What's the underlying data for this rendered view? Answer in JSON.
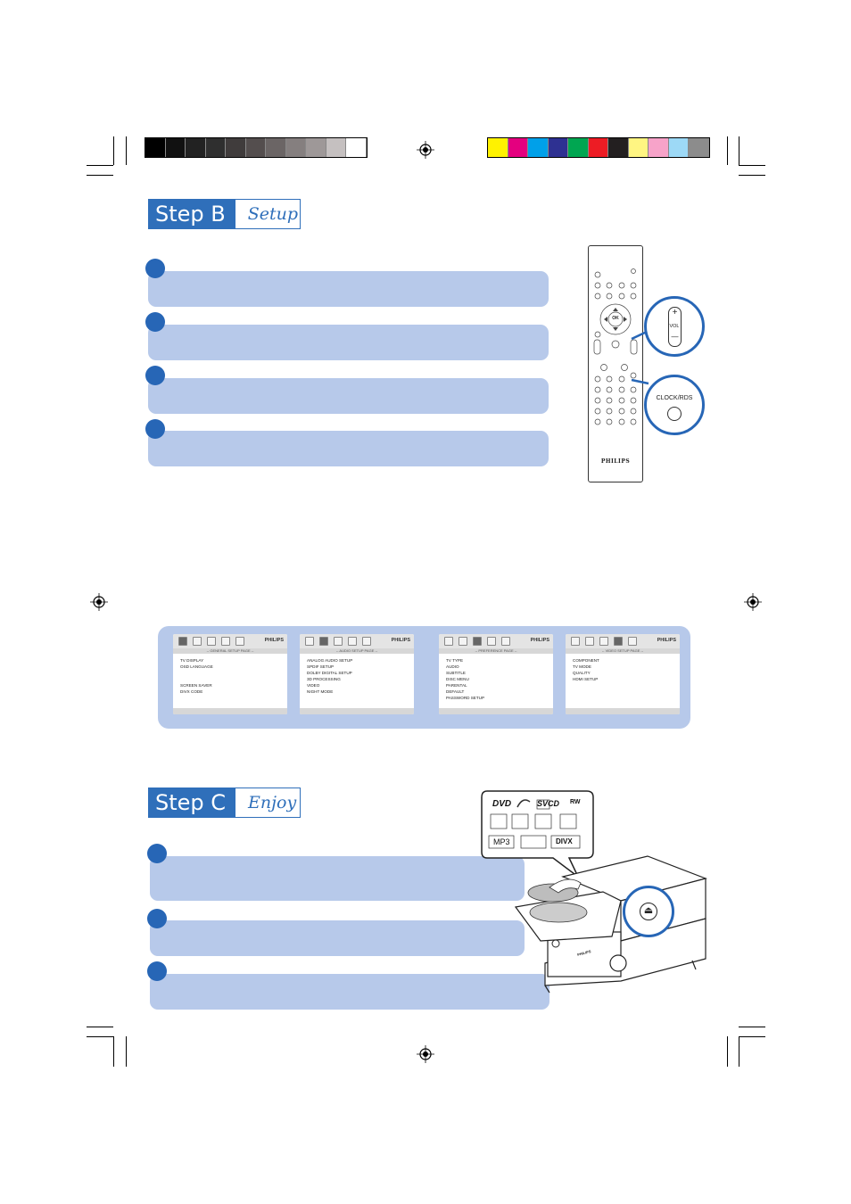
{
  "step_b": {
    "label": "Step B",
    "sub": "Setup"
  },
  "step_c": {
    "label": "Step C",
    "sub": "Enjoy"
  },
  "color_bars": {
    "gray": [
      "#000000",
      "#111111",
      "#222222",
      "#2f2f2f",
      "#403c3c",
      "#544e4e",
      "#6b6565",
      "#857f7f",
      "#9e9898",
      "#c5c0c0",
      "#ffffff"
    ],
    "color": [
      "#fff200",
      "#e4007f",
      "#00a0e9",
      "#2e3192",
      "#00a651",
      "#ed1c24",
      "#231f20",
      "#fff582",
      "#f7a3c9",
      "#9dd9f6",
      "#8c8c8c"
    ]
  },
  "remote": {
    "brand": "PHILIPS",
    "ok_label": "OK",
    "vol_label": "VOL",
    "vol_plus": "+",
    "vol_minus": "—",
    "clock_label": "CLOCK/RDS"
  },
  "setup_screens": [
    {
      "brand": "PHILIPS",
      "title": "-- GENERAL SETUP PAGE --",
      "items": [
        "TV DISPLAY",
        "OSD LANGUAGE",
        "",
        "",
        "SCREEN SAVER",
        "DIVX CODE"
      ]
    },
    {
      "brand": "PHILIPS",
      "title": "-- AUDIO SETUP PAGE --",
      "items": [
        "ANALOG AUDIO SETUP",
        "SPDIF SETUP",
        "DOLBY DIGITAL SETUP",
        "3D PROCESSING",
        "VIDEO",
        "NIGHT MODE"
      ]
    },
    {
      "brand": "PHILIPS",
      "title": "-- PREFERENCE PAGE --",
      "items": [
        "TV TYPE",
        "AUDIO",
        "SUBTITLE",
        "DISC MENU",
        "PARENTAL",
        "DEFAULT",
        "PASSWORD SETUP"
      ]
    },
    {
      "brand": "PHILIPS",
      "title": "-- VIDEO SETUP PAGE --",
      "items": [
        "COMPONENT",
        "TV MODE",
        "QUALITY",
        "HDMI SETUP"
      ]
    }
  ],
  "disc_logos": {
    "dvd": "DVD",
    "svcd": "SVCD",
    "rw": "RW",
    "mp3": "MP3",
    "divx": "DIVX"
  },
  "unit": {
    "brand": "PHILIPS",
    "eject_symbol": "⏏"
  }
}
